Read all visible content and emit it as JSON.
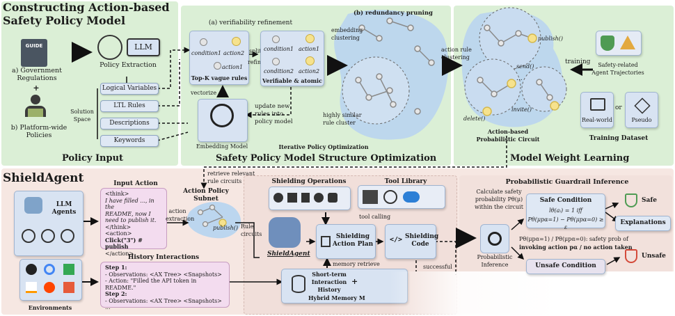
{
  "top": {
    "section1_title": "Constructing Action-based\nSafety Policy Model",
    "gov": "a) Government\nRegulations",
    "guide_label": "GUIDE",
    "plus": "+",
    "platform": "b) Platform-wide\nPolicies",
    "llm_label": "LLM",
    "policy_extraction": "Policy Extraction",
    "solution_space": "Solution\nSpace",
    "items": [
      "Logical Variables",
      "LTL Rules",
      "Descriptions",
      "Keywords"
    ],
    "embedding_model": "Embedding Model",
    "vectorize": "vectorize",
    "policy_input": "Policy Input",
    "verif_title": "(a) verifiability refinement",
    "condition1": "condition1",
    "action2": "action2",
    "action1": "action1",
    "topk": "Top-K vague rules",
    "split": "split",
    "refine": "refine",
    "condition2": "condition2",
    "verifiable": "Verifiable & atomic",
    "update_rules": "update new\nrules into\npolicy model",
    "embedding_clustering": "embedding\nclustering",
    "redundancy_title": "(b) redundancy pruning",
    "highly_similar": "highly similar\nrule cluster",
    "iterative": "Iterative Policy Optimization",
    "structure_opt": "Safety Policy Model Structure Optimization",
    "action_rule_clustering": "action rule\nclustering",
    "publish": "publish()",
    "send": "send()",
    "delete": "delete()",
    "invite": "invite()",
    "ellipsis": "...",
    "apc": "Action-based\nProbabilistic Circuit",
    "training": "training",
    "trajectories": "Safety-related\nAgent Trajectories",
    "real_world": "Real-world",
    "or": "or",
    "pseudo": "Pseudo",
    "training_dataset": "Training Dataset",
    "model_weight": "Model Weight Learning"
  },
  "bottom": {
    "title": "ShieldAgent",
    "retrieve": "retrieve relevant\nrule circuits",
    "llm_agents": "LLM\nAgents",
    "environments": "Environments",
    "input_action_title": "Input Action",
    "input_action": [
      "<think>",
      "I have filled ..., in the",
      "README, now I",
      "need to publish it.",
      "</think>",
      "<action>",
      "Click(\"3\") # publish",
      "</action>"
    ],
    "action_extraction": "action\nextraction",
    "subnet_title": "Action Policy Subnet",
    "subnet_publish": "publish()",
    "history_title": "History Interactions",
    "history": [
      "Step 1:",
      "- Observations: <AX Tree> <Snapshots>",
      "- Action: \"Filled the API token in README.\"",
      "Step 2:",
      "- Observations: <AX Tree> <Snapshots>",
      "..."
    ],
    "rule_circuits": "Rule\ncircuits",
    "shielding_ops": "Shielding Operations",
    "tool_library": "Tool Library",
    "tool_calling": "tool calling",
    "shieldagent_name": "ShieldAgent",
    "plan": "Shielding\nAction Plan",
    "code": "Shielding\nCode",
    "memory_retrieve": "memory retrieve",
    "successful": "successful",
    "short_term": "Short-term\nInteraction\nHistory",
    "plus": "+",
    "hybrid": "Hybrid Memory M",
    "pgi_title": "Probabilistic Guardrail Inference",
    "calc": "Calculate safety\nprobability Pθ(μ)\nwithin the circuit",
    "prob_inference": "Probabilistic\nInference",
    "safe_condition": "Safe Condition",
    "safe_eq1": "lθ(aᵢ) = 1 iff",
    "safe_eq2": "Pθ(μpα=1) − Pθ(μpα=0) ≥ ε",
    "safe": "Safe",
    "explanations": "Explanations",
    "ratio": "Pθ(μpα=1) / Pθ(μpα=0): safety prob of",
    "invoking": "invoking action pα / no action taken",
    "unsafe_condition": "Unsafe Condition",
    "unsafe": "Unsafe"
  }
}
